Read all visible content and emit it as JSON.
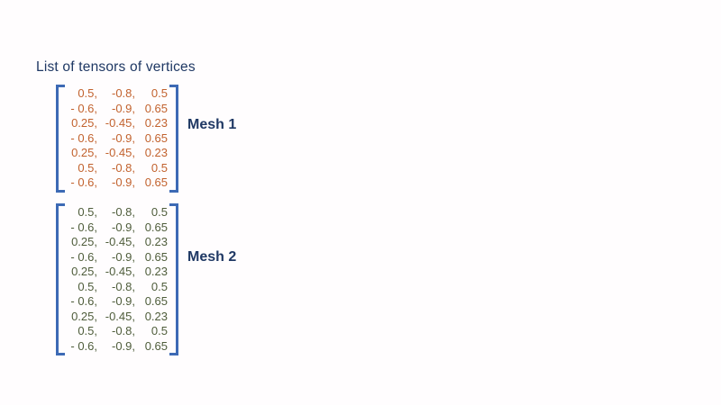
{
  "title": "List of tensors of vertices",
  "colors": {
    "background": "#FFFDFE",
    "title_text": "#1F3864",
    "bracket": "#3D6AB5",
    "mesh1_values": "#C2622E",
    "mesh2_values": "#4F5D3B",
    "label_text": "#1F3864"
  },
  "matrices": [
    {
      "label": "Mesh 1",
      "value_color": "#C2622E",
      "rows": [
        [
          "0.5,",
          "-0.8,",
          "0.5"
        ],
        [
          "- 0.6,",
          "-0.9,",
          "0.65"
        ],
        [
          "0.25,",
          "-0.45,",
          "0.23"
        ],
        [
          "- 0.6,",
          "-0.9,",
          "0.65"
        ],
        [
          "0.25,",
          "-0.45,",
          "0.23"
        ],
        [
          "0.5,",
          "-0.8,",
          "0.5"
        ],
        [
          "- 0.6,",
          "-0.9,",
          "0.65"
        ]
      ]
    },
    {
      "label": "Mesh 2",
      "value_color": "#4F5D3B",
      "rows": [
        [
          "0.5,",
          "-0.8,",
          "0.5"
        ],
        [
          "- 0.6,",
          "-0.9,",
          "0.65"
        ],
        [
          "0.25,",
          "-0.45,",
          "0.23"
        ],
        [
          "- 0.6,",
          "-0.9,",
          "0.65"
        ],
        [
          "0.25,",
          "-0.45,",
          "0.23"
        ],
        [
          "0.5,",
          "-0.8,",
          "0.5"
        ],
        [
          "- 0.6,",
          "-0.9,",
          "0.65"
        ],
        [
          "0.25,",
          "-0.45,",
          "0.23"
        ],
        [
          "0.5,",
          "-0.8,",
          "0.5"
        ],
        [
          "- 0.6,",
          "-0.9,",
          "0.65"
        ]
      ]
    }
  ]
}
